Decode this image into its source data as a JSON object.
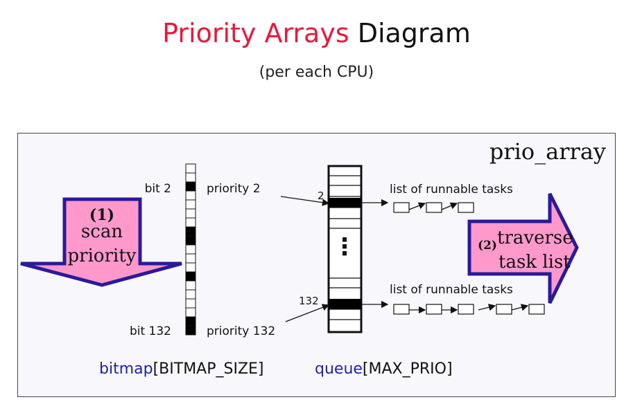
{
  "title": {
    "part1": "Priority Arrays",
    "part2": " Diagram"
  },
  "subtitle": "(per each CPU)",
  "box_label": "prio_array",
  "bitmap": {
    "bit_top": "bit 2",
    "bit_bottom": "bit 132",
    "priority_top": "priority 2",
    "priority_bottom": "priority 132",
    "caption_name": "bitmap",
    "caption_size": "[BITMAP_SIZE]"
  },
  "queue": {
    "index_top": "2",
    "index_bottom": "132",
    "dots": "⋮",
    "caption_name": "queue",
    "caption_size": "[MAX_PRIO]"
  },
  "task_lists": {
    "top_label": "list of  runnable tasks",
    "bottom_label": "list of  runnable tasks"
  },
  "arrow_scan": {
    "step": "(1)",
    "line1": "scan",
    "line2": "priority"
  },
  "arrow_traverse": {
    "step": "(2)",
    "line1": "traverse",
    "line2": "task list"
  },
  "colors": {
    "title_highlight": "#e8193c",
    "caption_name": "#1f1fa8",
    "arrow_fill": "#ff99cc",
    "arrow_stroke": "#2a1a9a"
  }
}
